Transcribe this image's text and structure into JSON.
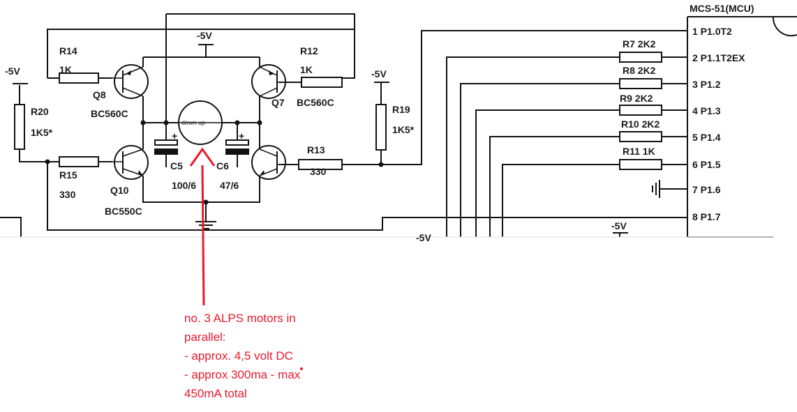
{
  "mcu": {
    "title": "MCS-51(MCU)"
  },
  "pins": [
    "1 P1.0T2",
    "2 P1.1T2EX",
    "3 P1.2",
    "4 P1.3",
    "5 P1.4",
    "6 P1.5",
    "7 P1.6",
    "8 P1.7"
  ],
  "supply": {
    "neg5v": "-5V",
    "partial": "-5V"
  },
  "resistors": {
    "r14": {
      "name": "R14",
      "value": "1K"
    },
    "r12": {
      "name": "R12",
      "value": "1K"
    },
    "r20": {
      "name": "R20",
      "value": "1K5*"
    },
    "r19": {
      "name": "R19",
      "value": "1K5*"
    },
    "r15": {
      "name": "R15",
      "value": "330"
    },
    "r13": {
      "name": "R13",
      "value": "330"
    },
    "r7": {
      "label": "R7 2K2"
    },
    "r8": {
      "label": "R8 2K2"
    },
    "r9": {
      "label": "R9 2K2"
    },
    "r10": {
      "label": "R10 2K2"
    },
    "r11": {
      "label": "R11 1K"
    }
  },
  "transistors": {
    "q8": {
      "name": "Q8",
      "type": "BC560C"
    },
    "q7": {
      "name": "Q7",
      "type": "BC560C"
    },
    "q10": {
      "name": "Q10",
      "type": "BC550C"
    }
  },
  "capacitors": {
    "c5": {
      "name": "C5",
      "value": "100/6"
    },
    "c6": {
      "name": "C6",
      "value": "47/6"
    },
    "plus": "+"
  },
  "motor": {
    "label": "down up"
  },
  "annotation": {
    "lines": [
      "no. 3 ALPS motors in",
      "parallel:",
      "- approx. 4,5 volt DC",
      "- approx 300ma - max",
      "450mA total"
    ],
    "color": "#e8192c"
  }
}
